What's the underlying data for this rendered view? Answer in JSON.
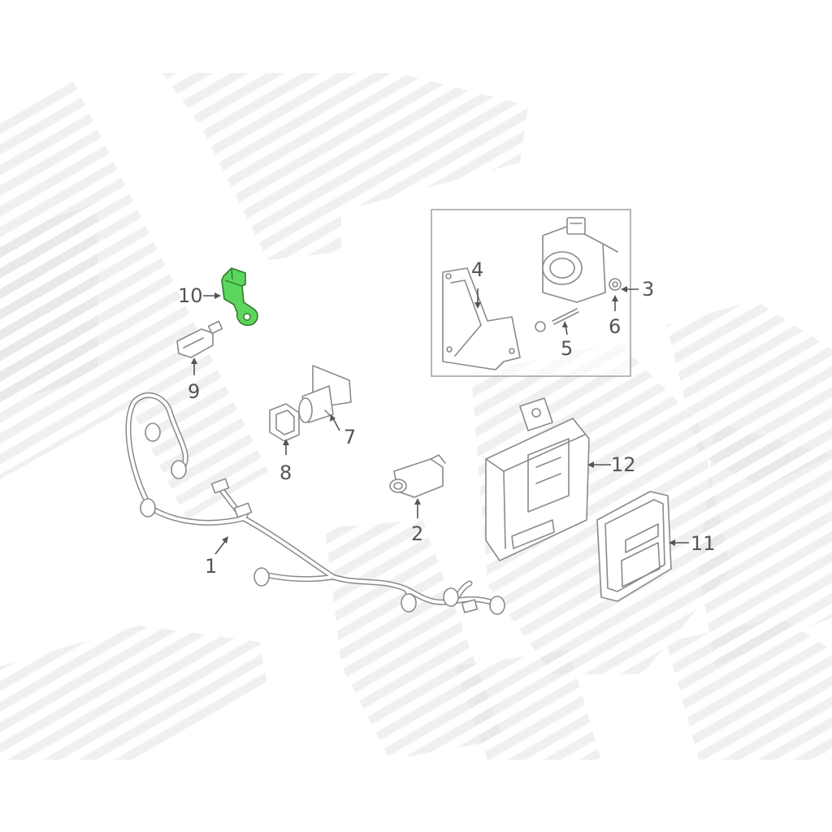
{
  "diagram": {
    "highlight_color": "#5cd65c",
    "line_color": "#8a8a8a",
    "label_color": "#555555",
    "callouts": [
      {
        "id": "1",
        "text": "1"
      },
      {
        "id": "2",
        "text": "2"
      },
      {
        "id": "3",
        "text": "3"
      },
      {
        "id": "4",
        "text": "4"
      },
      {
        "id": "5",
        "text": "5"
      },
      {
        "id": "6",
        "text": "6"
      },
      {
        "id": "7",
        "text": "7"
      },
      {
        "id": "8",
        "text": "8"
      },
      {
        "id": "9",
        "text": "9"
      },
      {
        "id": "10",
        "text": "10"
      },
      {
        "id": "11",
        "text": "11"
      },
      {
        "id": "12",
        "text": "12"
      }
    ],
    "highlighted_part": "10"
  }
}
